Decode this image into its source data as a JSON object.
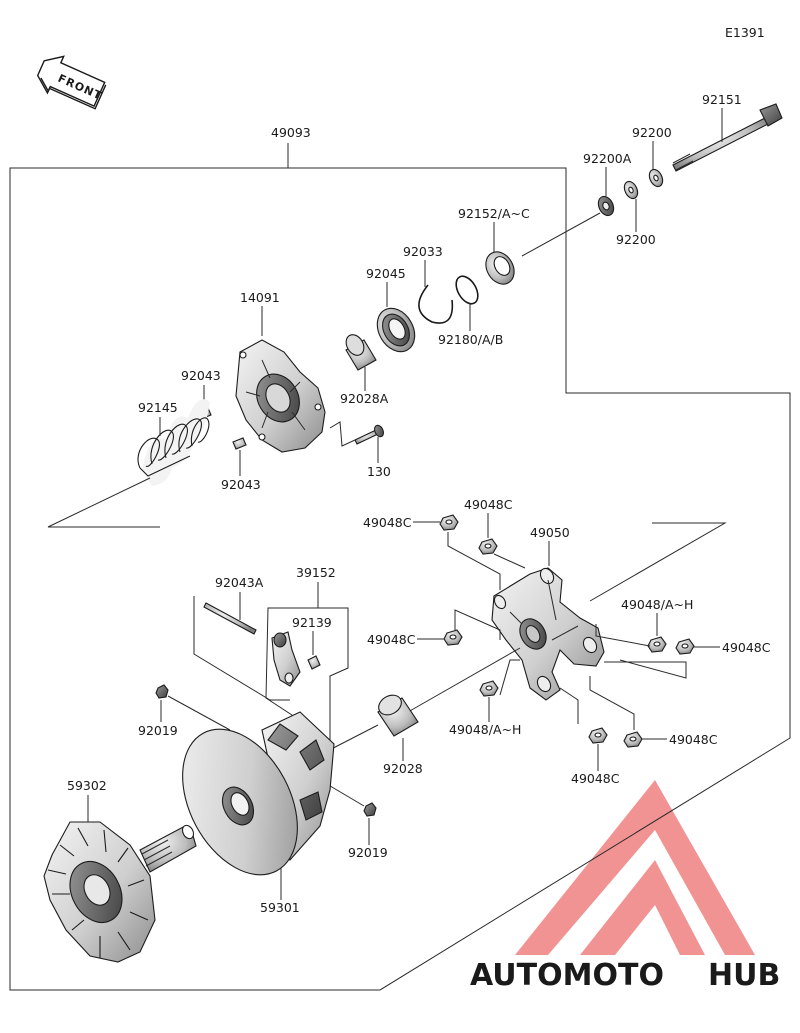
{
  "diagram": {
    "code": "E1391",
    "front_label": "FRONT",
    "labels": {
      "p49093": "49093",
      "p92151": "92151",
      "p92200_top": "92200",
      "p92200A": "92200A",
      "p92200_bottom": "92200",
      "p92152": "92152/A~C",
      "p92033": "92033",
      "p92045": "92045",
      "p92180": "92180/A/B",
      "p14091": "14091",
      "p92028A": "92028A",
      "p92043_top": "92043",
      "p92145": "92145",
      "p92043_bottom": "92043",
      "p130": "130",
      "p49048C_1": "49048C",
      "p49048C_2": "49048C",
      "p49050": "49050",
      "p49048AH_right": "49048/A~H",
      "p49048C_3": "49048C",
      "p49048C_right": "49048C",
      "p49048AH_bottom": "49048/A~H",
      "p49048C_bottom_right": "49048C",
      "p49048C_bottom": "49048C",
      "p92043A": "92043A",
      "p39152": "39152",
      "p92139": "92139",
      "p92019_left": "92019",
      "p92028": "92028",
      "p92019_right": "92019",
      "p59302": "59302",
      "p59301": "59301"
    }
  },
  "watermark": {
    "text_orange": "AUTOMOTO",
    "text_gray": "HUB",
    "color_red": "#f08080",
    "color_orange": "#f5a623",
    "color_gray": "#8c8c8c"
  }
}
